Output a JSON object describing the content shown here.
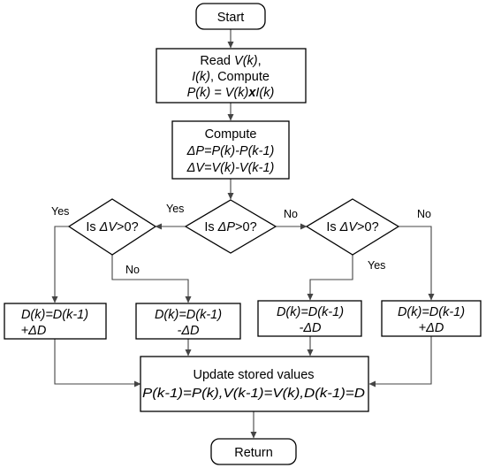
{
  "diagram": {
    "start": "Start",
    "read": {
      "line1_a": "Read ",
      "line1_b": "V(k)",
      "line1_c": ",",
      "line2_a": "I(k)",
      "line2_b": ", Compute",
      "line3_a": "P(k) = V(k)",
      "line3_b": "x",
      "line3_c": "I(k)"
    },
    "compute": {
      "title": "Compute",
      "line_dp": "ΔP=P(k)-P(k-1)",
      "line_dv": "ΔV=V(k)-V(k-1)"
    },
    "decision_center": {
      "a": "Is ",
      "b": "ΔP",
      "c": ">0?"
    },
    "decision_left": {
      "a": "Is ",
      "b": "ΔV",
      "c": ">0?"
    },
    "decision_right": {
      "a": "Is ",
      "b": "ΔV",
      "c": ">0?"
    },
    "labels": {
      "center_yes": "Yes",
      "center_no": "No",
      "left_yes": "Yes",
      "left_no": "No",
      "right_yes": "Yes",
      "right_no": "No"
    },
    "boxes": {
      "b1_line1": "D(k)=D(k-1)",
      "b1_line2": "+ΔD",
      "b2_line1": "D(k)=D(k-1)",
      "b2_line2": "-ΔD",
      "b3_line1": "D(k)=D(k-1)",
      "b3_line2": "-ΔD",
      "b4_line1": "D(k)=D(k-1)",
      "b4_line2": "+ΔD"
    },
    "update": {
      "title": "Update stored values",
      "line2": "P(k-1)=P(k),V(k-1)=V(k),D(k-1)=D"
    },
    "return": "Return"
  }
}
